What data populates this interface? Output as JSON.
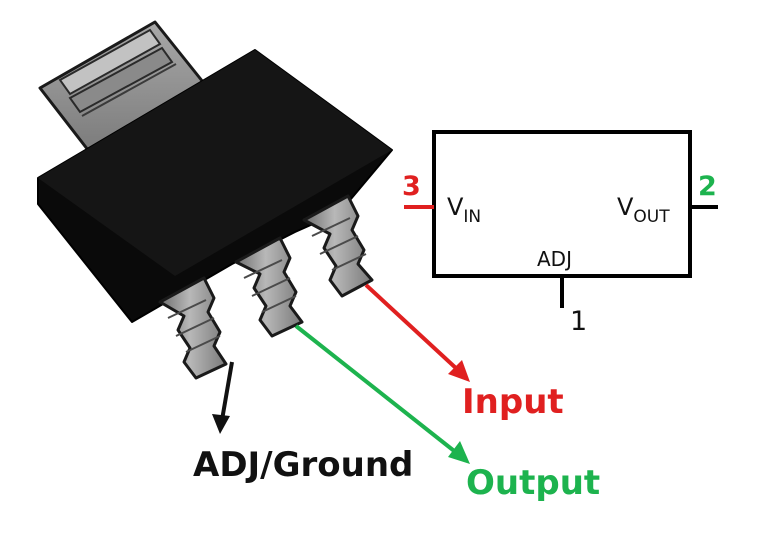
{
  "callouts": {
    "input": "Input",
    "output": "Output",
    "ground": "ADJ/Ground"
  },
  "schematic": {
    "vin_main": "V",
    "vin_sub": "IN",
    "vout_main": "V",
    "vout_sub": "OUT",
    "adj_label": "ADJ",
    "pin_vin_number": "3",
    "pin_vout_number": "2",
    "pin_adj_number": "1"
  },
  "colors": {
    "input": "#e02020",
    "output": "#1db34e",
    "ground": "#111111",
    "package_body": "#0a0a0a",
    "lead_metal": "#9a9a9a"
  }
}
